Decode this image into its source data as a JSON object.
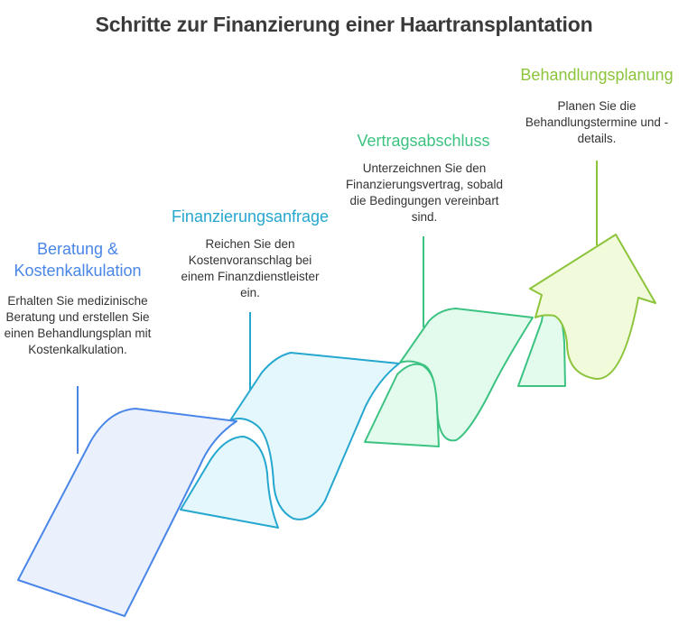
{
  "title": "Schritte zur Finanzierung einer Haartransplantation",
  "steps": [
    {
      "title": "Beratung & Kostenkalkulation",
      "description": "Erhalten Sie medizinische Beratung und erstellen Sie einen Behandlungsplan mit Kostenkalkulation.",
      "color": "#4a86e8",
      "fill": "#eaf1fd"
    },
    {
      "title": "Finanzierungsanfrage",
      "description": "Reichen Sie den Kostenvoranschlag bei einem Finanzdienstleister ein.",
      "color": "#25a7cf",
      "fill": "#e3f7fc"
    },
    {
      "title": "Vertragsabschluss",
      "description": "Unterzeichnen Sie den Finanzierungsvertrag, sobald die Bedingungen vereinbart sind.",
      "color": "#3cc382",
      "fill": "#e2fbed"
    },
    {
      "title": "Behandlungsplanung",
      "description": "Planen Sie die Behandlungstermine und -details.",
      "color": "#8cc43b",
      "fill": "#f1fbdb"
    }
  ]
}
